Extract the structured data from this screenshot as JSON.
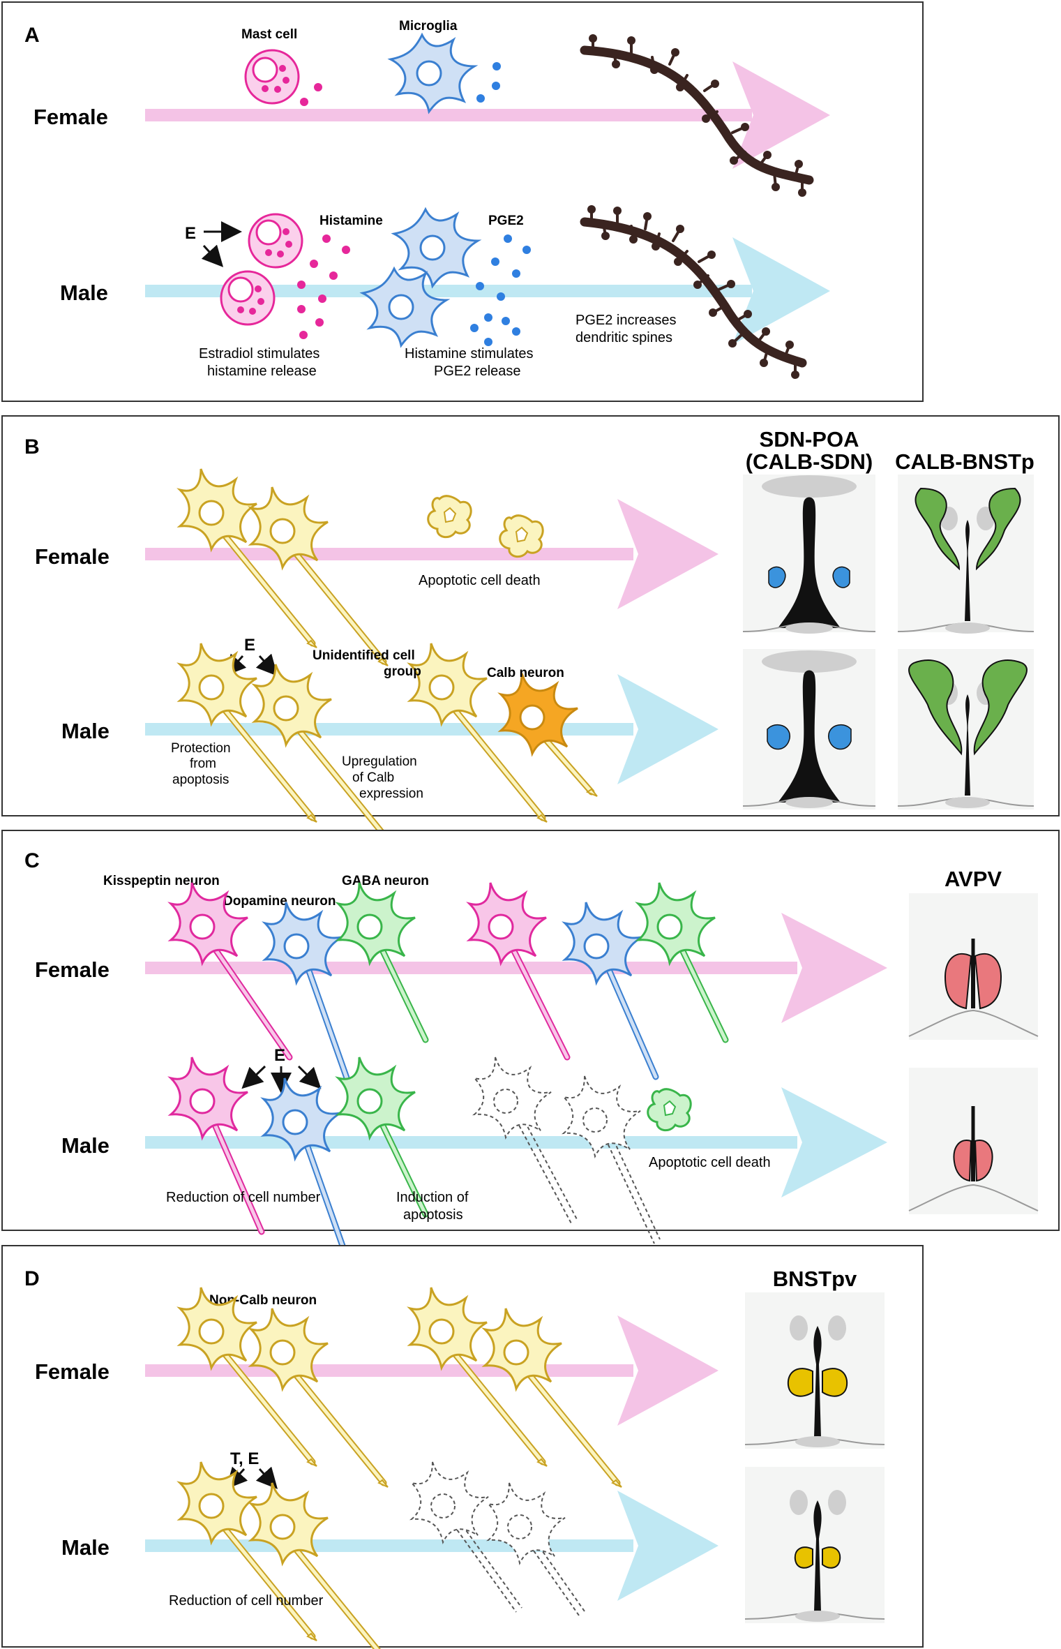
{
  "panels": {
    "A": {
      "letter": "A",
      "female_label": "Female",
      "male_label": "Male",
      "mast_cell_label": "Mast cell",
      "microglia_label": "Microglia",
      "histamine_label": "Histamine",
      "pge2_label": "PGE2",
      "estradiol_label": "E",
      "estradiol_note_1": "Estradiol stimulates",
      "estradiol_note_2": "histamine release",
      "histamine_note_1": "Histamine stimulates",
      "histamine_note_2": "PGE2 release",
      "pge2_note_1": "PGE2 increases",
      "pge2_note_2": "dendritic spines"
    },
    "B": {
      "letter": "B",
      "female_label": "Female",
      "male_label": "Male",
      "apoptotic_note": "Apoptotic cell death",
      "estradiol_label": "E",
      "unidentified_label_1": "Unidentified cell",
      "unidentified_label_2": "group",
      "calb_neuron_label": "Calb neuron",
      "protection_note_1": "Protection",
      "protection_note_2": "from",
      "protection_note_3": "apoptosis",
      "upregulation_note_1": "Upregulation",
      "upregulation_note_2": "of Calb",
      "upregulation_note_3": "expression",
      "region1_title_1": "SDN-POA",
      "region1_title_2": "(CALB-SDN)",
      "region2_title": "CALB-BNSTp"
    },
    "C": {
      "letter": "C",
      "female_label": "Female",
      "male_label": "Male",
      "kisspeptin_label": "Kisspeptin neuron",
      "dopamine_label": "Dopamine neuron",
      "gaba_label": "GABA neuron",
      "estradiol_label": "E",
      "reduction_note": "Reduction of cell number",
      "induction_note_1": "Induction of",
      "induction_note_2": "apoptosis",
      "apoptotic_note": "Apoptotic cell death",
      "region_title": "AVPV"
    },
    "D": {
      "letter": "D",
      "female_label": "Female",
      "male_label": "Male",
      "noncalb_label": "Non-Calb neuron",
      "hormone_label": "T, E",
      "reduction_note": "Reduction of cell number",
      "region_title": "BNSTpv"
    }
  },
  "colors": {
    "female_arrow": "#f4c3e6",
    "male_arrow": "#bfe8f3",
    "mast_cell": "#e6279a",
    "microglia_fill": "#cfe0f5",
    "microglia_stroke": "#3a7fd0",
    "blue_dot": "#2f7fe0",
    "magenta_dot": "#e6279a",
    "dendrite": "#3a2420",
    "yellow_neuron_fill": "#fbf4bf",
    "yellow_neuron_stroke": "#c9a222",
    "calb_neuron_fill": "#f5a623",
    "kisspeptin_fill": "#f8c6e8",
    "kisspeptin_stroke": "#e0299e",
    "dopamine_fill": "#cfe0f5",
    "dopamine_stroke": "#3a7fd0",
    "gaba_fill": "#ccf3cc",
    "gaba_stroke": "#39b54a",
    "sdn_blue": "#3b93dd",
    "bnst_green": "#6ab04c",
    "avpv_red": "#e9787d",
    "bnstpv_yellow": "#e8c200",
    "brain_bg": "#f4f5f4",
    "gray_shape": "#cfcfcf"
  }
}
